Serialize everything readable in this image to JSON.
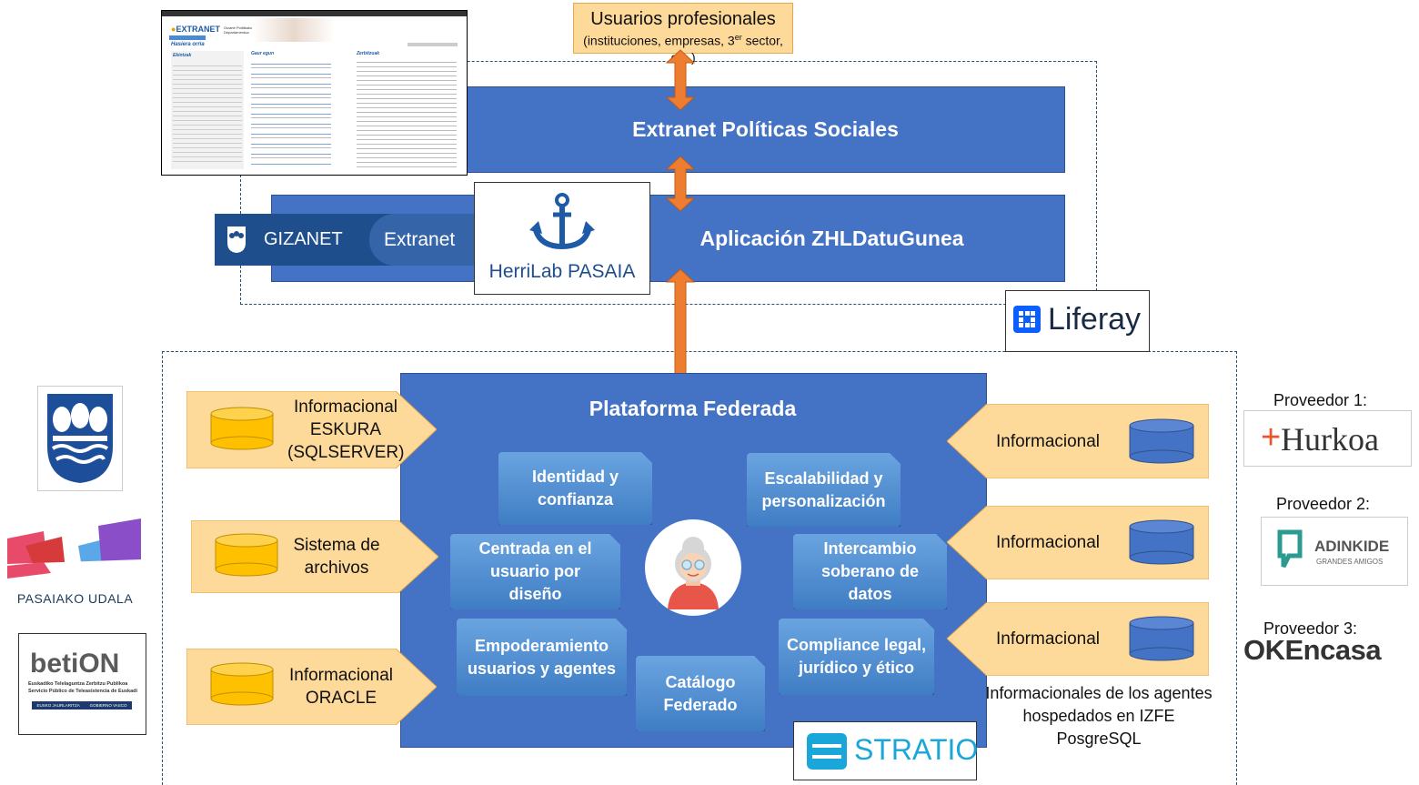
{
  "top_box": {
    "title": "Usuarios profesionales",
    "subtitle_pre": "(instituciones, empresas, 3",
    "subtitle_sup": "er",
    "subtitle_post": " sector, etc.)"
  },
  "extranet_bar": "Extranet Políticas Sociales",
  "app_bar": "Aplicación ZHLDatuGunea",
  "gizanet": {
    "brand": "GIZANET",
    "extranet": "Extranet"
  },
  "herrilab": "HerriLab PASAIA",
  "liferay": "Liferay",
  "platform": {
    "title": "Plataforma Federada",
    "capabilities": [
      "Identidad y confianza",
      "Escalabilidad y personalización",
      "Centrada en el usuario por diseño",
      "Intercambio soberano de datos",
      "Empoderamiento usuarios y agentes",
      "Compliance legal, jurídico y ético",
      "Catálogo Federado"
    ]
  },
  "left_sources": [
    {
      "label": "Informacional ESKURA (SQLSERVER)"
    },
    {
      "label": "Sistema de archivos"
    },
    {
      "label": "Informacional ORACLE"
    }
  ],
  "right_sources": [
    {
      "label": "Informacional"
    },
    {
      "label": "Informacional"
    },
    {
      "label": "Informacional"
    }
  ],
  "right_caption": "Informacionales de los agentes hospedados en IZFE PosgreSQL",
  "providers": [
    {
      "label": "Proveedor 1:",
      "logo": "Hurkoa"
    },
    {
      "label": "Proveedor 2:",
      "logo": "ADINKIDE",
      "logo_sub": "GRANDES AMIGOS"
    },
    {
      "label": "Proveedor 3:",
      "logo": "OKEncasa"
    }
  ],
  "left_logos": {
    "pasaia": "PASAIAKO UDALA",
    "betion": "betiON",
    "betion_line1": "Euskadiko Telelaguntza Zerbitzu Publikoa",
    "betion_line2": "Servicio Público de Teleasistencia de Euskadi",
    "betion_badge1": "EUSKO JAURLARITZA",
    "betion_badge2": "GOBIERNO VASCO"
  },
  "stratio": "STRATIO",
  "screenshot": {
    "brand": "EXTRANET",
    "brand_sub": "Gizarte Politikako Departamentua",
    "breadcrumb": "Hasiera orria",
    "col1": "Ekintzak",
    "col2": "Gaur egun",
    "col3": "Zerbitzuak"
  },
  "colors": {
    "blue": "#4472c4",
    "orange": "#fdd99a",
    "arrow": "#ed7d31"
  }
}
